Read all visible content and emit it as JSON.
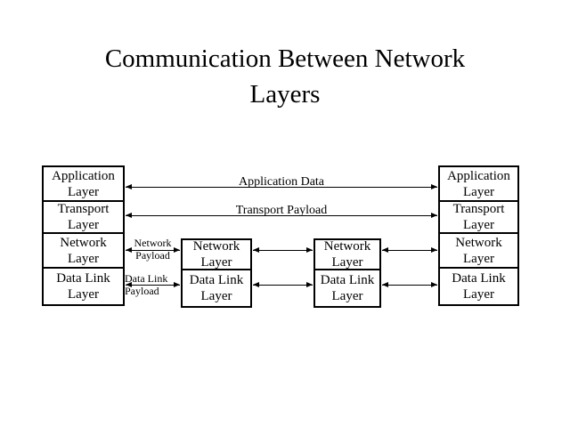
{
  "title": {
    "line1": "Communication Between Network",
    "line2": "Layers"
  },
  "colors": {
    "foreground": "#000000",
    "background": "#ffffff"
  },
  "stacks": {
    "left": [
      "Application Layer",
      "Transport Layer",
      "Network Layer",
      "Data Link Layer"
    ],
    "right": [
      "Application Layer",
      "Transport Layer",
      "Network Layer",
      "Data Link Layer"
    ],
    "middle_left": [
      "Network Layer",
      "Data Link Layer"
    ],
    "middle_right": [
      "Network Layer",
      "Data Link Layer"
    ]
  },
  "arrow_labels": {
    "application_data": "Application Data",
    "transport_payload": "Transport Payload",
    "network_payload": "Network\nPayload",
    "data_link_payload": "Data Link\nPayload"
  }
}
